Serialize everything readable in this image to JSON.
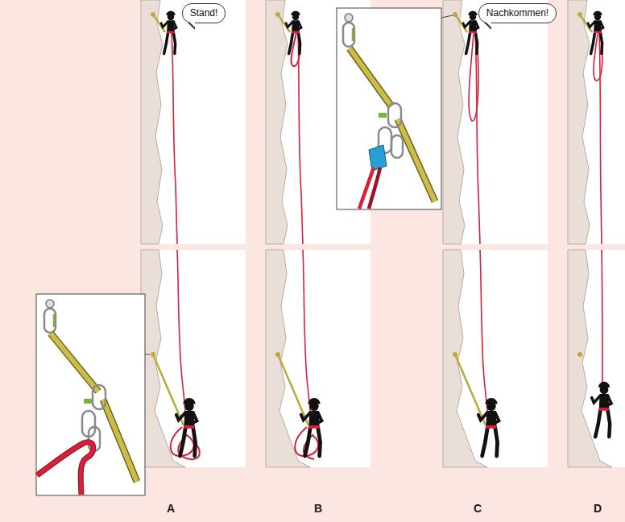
{
  "diagram": {
    "nodes": [
      {
        "text": [
          "Stand!"
        ]
      },
      {
        "text": [
          "Nachkommen!"
        ]
      }
    ],
    "labels": [
      "A",
      "B",
      "C",
      "D"
    ]
  }
}
